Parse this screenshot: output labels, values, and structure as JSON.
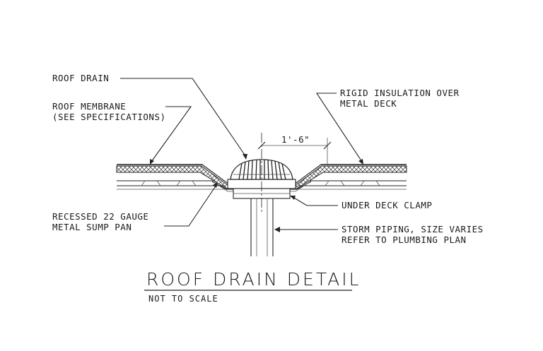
{
  "labels": {
    "roof_drain": "ROOF DRAIN",
    "roof_membrane_1": "ROOF MEMBRANE",
    "roof_membrane_2": "(SEE SPECIFICATIONS)",
    "rigid_insulation_1": "RIGID INSULATION OVER",
    "rigid_insulation_2": "METAL DECK",
    "dimension": "1'-6\"",
    "sump_pan_1": "RECESSED 22 GAUGE",
    "sump_pan_2": "METAL SUMP PAN",
    "deck_clamp": "UNDER DECK CLAMP",
    "storm_piping_1": "STORM PIPING, SIZE VARIES",
    "storm_piping_2": "REFER TO PLUMBING PLAN"
  },
  "title": "ROOF DRAIN DETAIL",
  "subtitle": "NOT TO SCALE"
}
